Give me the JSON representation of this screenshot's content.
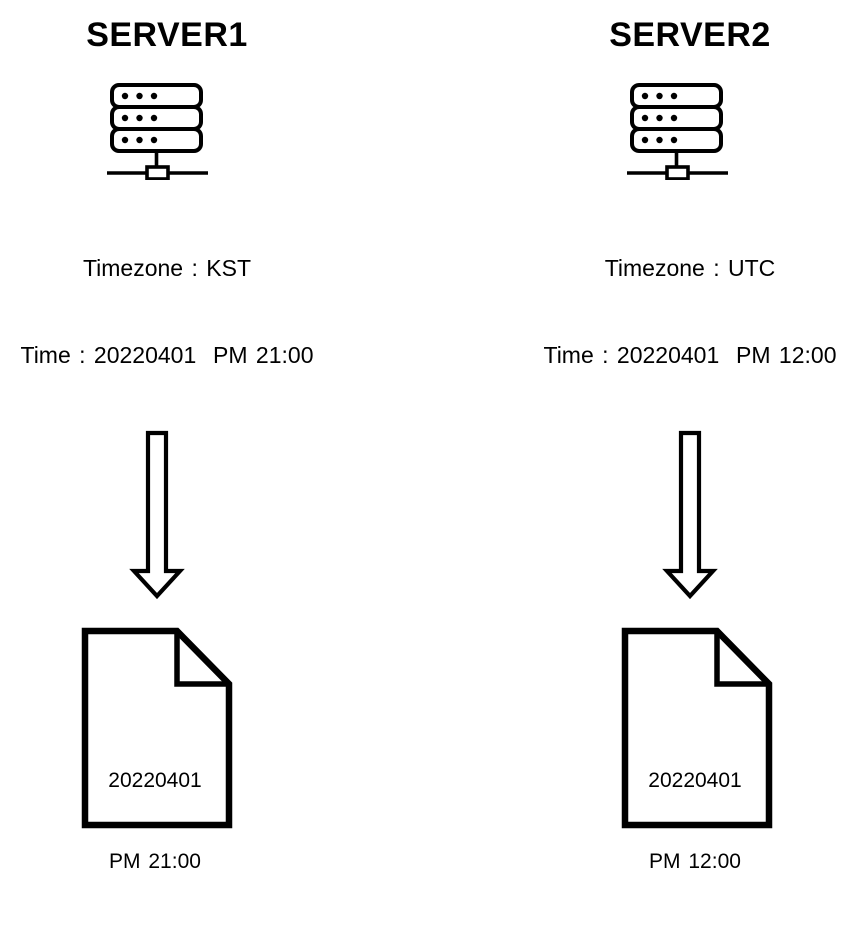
{
  "colors": {
    "foreground": "#000000",
    "background": "#ffffff"
  },
  "servers": [
    {
      "title": "SERVER1",
      "timezone_label": "Timezone : KST",
      "time_label": "Time : 20220401  PM 21:00",
      "file": {
        "line1": "20220401",
        "line2": "PM 21:00"
      }
    },
    {
      "title": "SERVER2",
      "timezone_label": "Timezone : UTC",
      "time_label": "Time : 20220401  PM 12:00",
      "file": {
        "line1": "20220401",
        "line2": "PM 12:00"
      }
    }
  ],
  "icons": {
    "server": "server-rack-icon",
    "arrow": "down-arrow-icon",
    "file": "document-icon"
  }
}
